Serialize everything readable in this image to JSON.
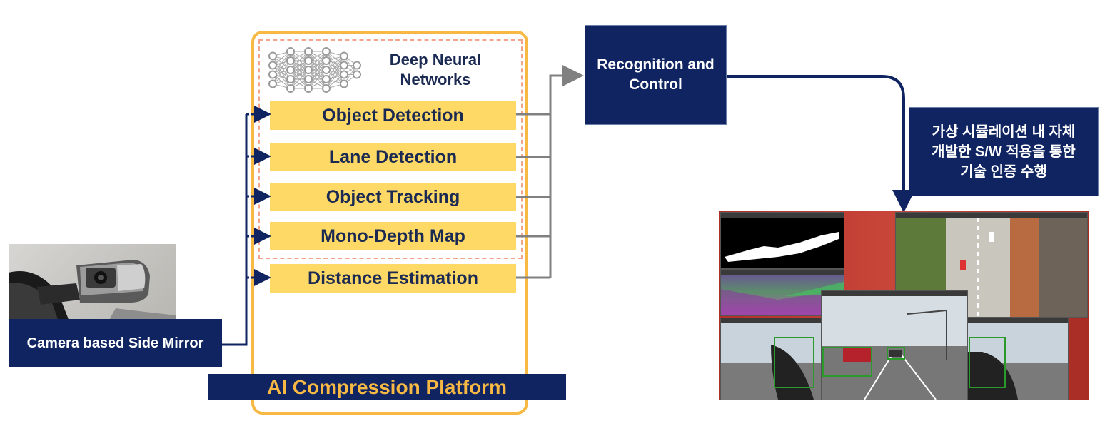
{
  "title": "AI Compression Platform",
  "input": {
    "label": "Camera based Side Mirror"
  },
  "dnn": {
    "label": "Deep Neural Networks"
  },
  "modules": [
    {
      "label": "Object Detection"
    },
    {
      "label": "Lane Detection"
    },
    {
      "label": "Object Tracking"
    },
    {
      "label": "Mono-Depth Map"
    },
    {
      "label": "Distance Estimation"
    }
  ],
  "output": {
    "label": "Recognition and Control"
  },
  "note": {
    "label": "가상 시뮬레이션 내 자체개발한 S/W 적용을 통한 기술 인증 수행"
  },
  "colors": {
    "navy": "#0f2461",
    "yellow": "#ffd966",
    "orange_border": "#f7b944",
    "arrow_gray": "#808080"
  }
}
